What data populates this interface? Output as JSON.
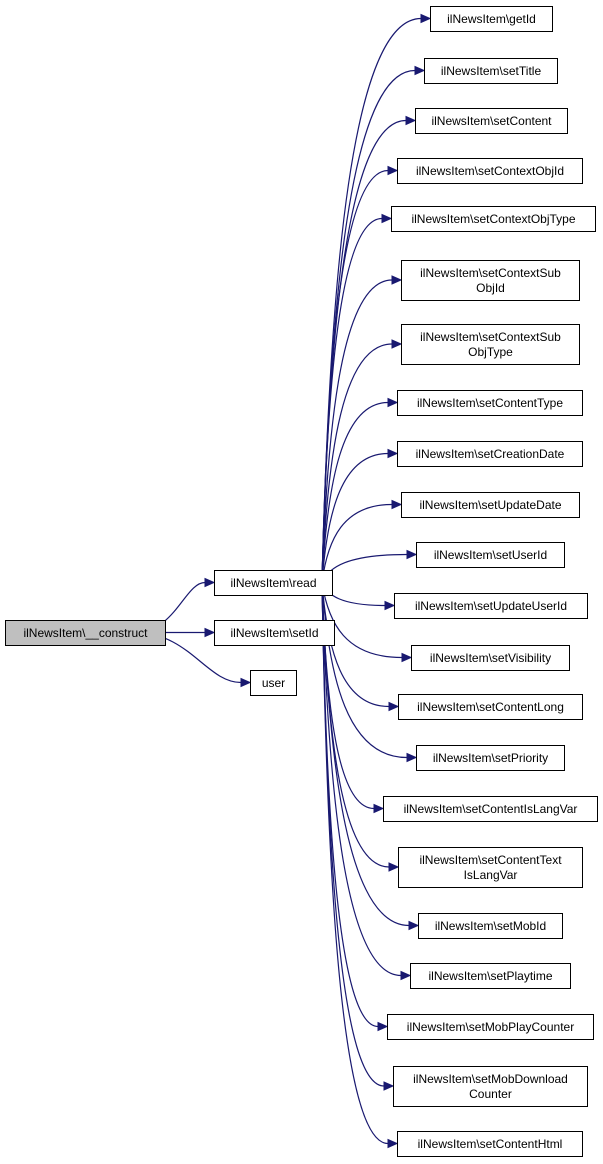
{
  "graph": {
    "edge_color": "#191970",
    "root_fill": "#bfbfbf",
    "nodes": [
      {
        "id": "construct",
        "lines": [
          "ilNewsItem\\__construct"
        ],
        "root": true
      },
      {
        "id": "read",
        "lines": [
          "ilNewsItem\\read"
        ]
      },
      {
        "id": "setId",
        "lines": [
          "ilNewsItem\\setId"
        ]
      },
      {
        "id": "user",
        "lines": [
          "user"
        ]
      },
      {
        "id": "getId",
        "lines": [
          "ilNewsItem\\getId"
        ]
      },
      {
        "id": "setTitle",
        "lines": [
          "ilNewsItem\\setTitle"
        ]
      },
      {
        "id": "setContent",
        "lines": [
          "ilNewsItem\\setContent"
        ]
      },
      {
        "id": "setContextObjId",
        "lines": [
          "ilNewsItem\\setContextObjId"
        ]
      },
      {
        "id": "setContextObjType",
        "lines": [
          "ilNewsItem\\setContextObjType"
        ]
      },
      {
        "id": "setContextSubObjId",
        "lines": [
          "ilNewsItem\\setContextSub",
          "ObjId"
        ]
      },
      {
        "id": "setContextSubObjType",
        "lines": [
          "ilNewsItem\\setContextSub",
          "ObjType"
        ]
      },
      {
        "id": "setContentType",
        "lines": [
          "ilNewsItem\\setContentType"
        ]
      },
      {
        "id": "setCreationDate",
        "lines": [
          "ilNewsItem\\setCreationDate"
        ]
      },
      {
        "id": "setUpdateDate",
        "lines": [
          "ilNewsItem\\setUpdateDate"
        ]
      },
      {
        "id": "setUserId",
        "lines": [
          "ilNewsItem\\setUserId"
        ]
      },
      {
        "id": "setUpdateUserId",
        "lines": [
          "ilNewsItem\\setUpdateUserId"
        ]
      },
      {
        "id": "setVisibility",
        "lines": [
          "ilNewsItem\\setVisibility"
        ]
      },
      {
        "id": "setContentLong",
        "lines": [
          "ilNewsItem\\setContentLong"
        ]
      },
      {
        "id": "setPriority",
        "lines": [
          "ilNewsItem\\setPriority"
        ]
      },
      {
        "id": "setContentIsLangVar",
        "lines": [
          "ilNewsItem\\setContentIsLangVar"
        ]
      },
      {
        "id": "setContentTextIsLangVar",
        "lines": [
          "ilNewsItem\\setContentText",
          "IsLangVar"
        ]
      },
      {
        "id": "setMobId",
        "lines": [
          "ilNewsItem\\setMobId"
        ]
      },
      {
        "id": "setPlaytime",
        "lines": [
          "ilNewsItem\\setPlaytime"
        ]
      },
      {
        "id": "setMobPlayCounter",
        "lines": [
          "ilNewsItem\\setMobPlayCounter"
        ]
      },
      {
        "id": "setMobDownloadCounter",
        "lines": [
          "ilNewsItem\\setMobDownload",
          "Counter"
        ]
      },
      {
        "id": "setContentHtml",
        "lines": [
          "ilNewsItem\\setContentHtml"
        ]
      }
    ],
    "edges": [
      {
        "from": "construct",
        "to": "read"
      },
      {
        "from": "construct",
        "to": "setId"
      },
      {
        "from": "construct",
        "to": "user"
      },
      {
        "from": "read",
        "to": "getId"
      },
      {
        "from": "read",
        "to": "setTitle"
      },
      {
        "from": "read",
        "to": "setContent"
      },
      {
        "from": "read",
        "to": "setContextObjId"
      },
      {
        "from": "read",
        "to": "setContextObjType"
      },
      {
        "from": "read",
        "to": "setContextSubObjId"
      },
      {
        "from": "read",
        "to": "setContextSubObjType"
      },
      {
        "from": "read",
        "to": "setContentType"
      },
      {
        "from": "read",
        "to": "setCreationDate"
      },
      {
        "from": "read",
        "to": "setUpdateDate"
      },
      {
        "from": "read",
        "to": "setUserId"
      },
      {
        "from": "read",
        "to": "setUpdateUserId"
      },
      {
        "from": "read",
        "to": "setVisibility"
      },
      {
        "from": "read",
        "to": "setContentLong"
      },
      {
        "from": "read",
        "to": "setPriority"
      },
      {
        "from": "read",
        "to": "setContentIsLangVar"
      },
      {
        "from": "read",
        "to": "setContentTextIsLangVar"
      },
      {
        "from": "read",
        "to": "setMobId"
      },
      {
        "from": "read",
        "to": "setPlaytime"
      },
      {
        "from": "read",
        "to": "setMobPlayCounter"
      },
      {
        "from": "read",
        "to": "setMobDownloadCounter"
      },
      {
        "from": "read",
        "to": "setContentHtml"
      }
    ]
  }
}
